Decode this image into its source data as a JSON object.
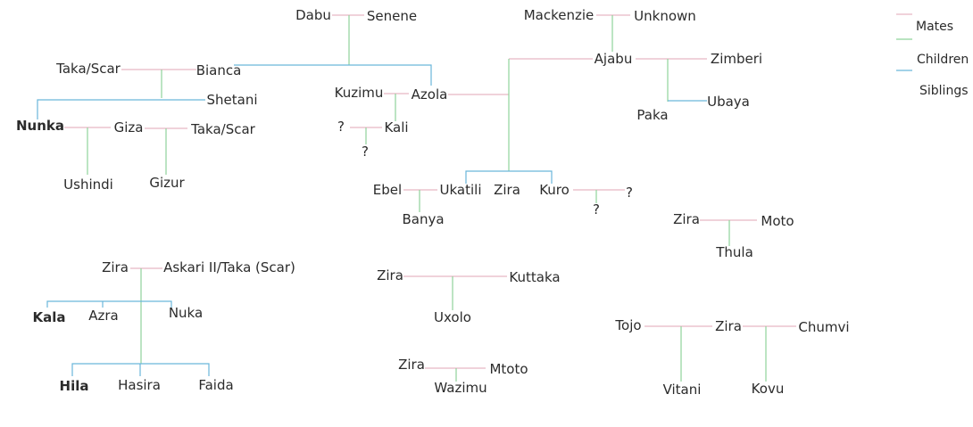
{
  "colors": {
    "mates": "#e8b8c4",
    "children": "#8fd39b",
    "siblings": "#6ab6da"
  },
  "legend": {
    "mates": "Mates",
    "children": "Children",
    "siblings": "Siblings"
  },
  "names": {
    "dabu": "Dabu",
    "senene": "Senene",
    "mackenzie": "Mackenzie",
    "unknown": "Unknown",
    "ajabu": "Ajabu",
    "zimberi": "Zimberi",
    "ubaya": "Ubaya",
    "paka": "Paka",
    "takascar1": "Taka/Scar",
    "bianca": "Bianca",
    "shetani": "Shetani",
    "kuzimu": "Kuzimu",
    "azola": "Azola",
    "nunka": "Nunka",
    "giza": "Giza",
    "takascar2": "Taka/Scar",
    "q1": "?",
    "kali": "Kali",
    "q2": "?",
    "ushindi": "Ushindi",
    "gizur": "Gizur",
    "ebel": "Ebel",
    "ukatili": "Ukatili",
    "zira1": "Zira",
    "kuro": "Kuro",
    "q3": "?",
    "q4": "?",
    "banya": "Banya",
    "zira2": "Zira",
    "moto": "Moto",
    "thula": "Thula",
    "zira3": "Zira",
    "askari": "Askari II/Taka (Scar)",
    "kala": "Kala",
    "azra": "Azra",
    "nuka": "Nuka",
    "hila": "Hila",
    "hasira": "Hasira",
    "faida": "Faida",
    "zira4": "Zira",
    "kuttaka": "Kuttaka",
    "uxolo": "Uxolo",
    "zira5": "Zira",
    "mtoto": "Mtoto",
    "wazimu": "Wazimu",
    "tojo": "Tojo",
    "zira6": "Zira",
    "chumvi": "Chumvi",
    "vitani": "Vitani",
    "kovu": "Kovu"
  }
}
